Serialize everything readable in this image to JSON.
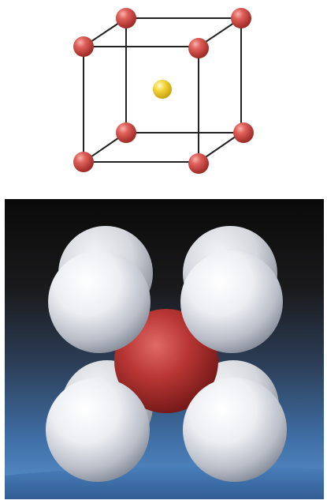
{
  "figure": {
    "top_panel": {
      "type": "unit-cell-diagram",
      "corner_atoms": 8,
      "center_atoms": 1,
      "corner_atom_color": "#d8504c",
      "center_atom_color": "#f2d23a",
      "edge_color": "#222222"
    },
    "bottom_panel": {
      "type": "space-filling-model-photo",
      "large_spheres": 8,
      "small_spheres": 1,
      "large_sphere_color": "#e9eaee",
      "small_sphere_color": "#b43534",
      "background_top": "#0d0d0d",
      "background_bottom": "#4f86c4"
    }
  }
}
